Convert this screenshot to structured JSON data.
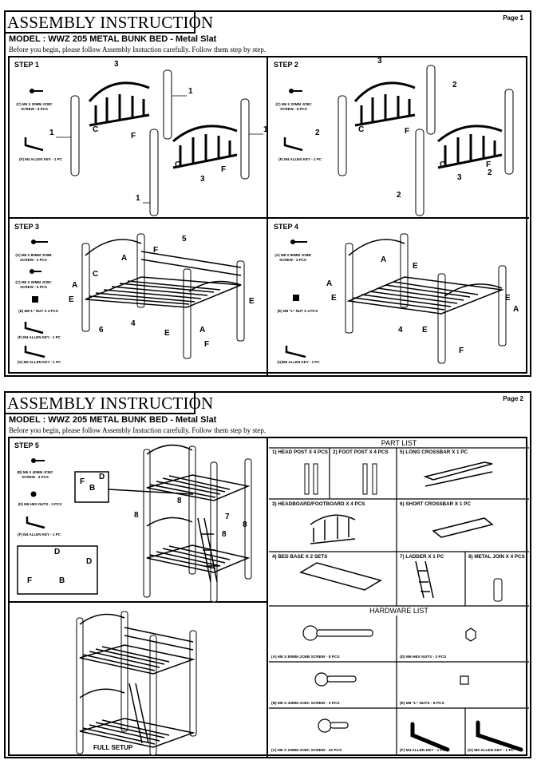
{
  "header": {
    "title": "ASSEMBLY INSTRUCTION",
    "model": "MODEL : WWZ 205 METAL BUNK BED - Metal Slat",
    "before": "Before you begin, please follow Assembly Instuction carefully. Follow them step by step."
  },
  "page1": {
    "page_no": "Page 1",
    "step1": {
      "label": "STEP 1",
      "hw": [
        "(C) M6 X 20MM JCBC SCREW - 8 PCS",
        "(F) M4 ALLEN KEY - 1 PC"
      ],
      "callouts": [
        "1",
        "1",
        "1",
        "1",
        "3",
        "3",
        "C",
        "C",
        "F",
        "F"
      ]
    },
    "step2": {
      "label": "STEP 2",
      "hw": [
        "(C) M6 X 20MM JCBC SCREW - 8 PCS",
        "(F) M4 ALLEN KEY - 1 PC"
      ],
      "callouts": [
        "2",
        "2",
        "2",
        "2",
        "3",
        "3",
        "C",
        "C",
        "F",
        "F"
      ]
    },
    "step3": {
      "label": "STEP 3",
      "hw": [
        "(A) M8 X 80MM JCBB SCREW - 4 PCS",
        "(C) M6 X 20MM JCBC SCREW - 6 PCS",
        "(E) M8\"L\" NUT X 4 PCS",
        "(F) M4 ALLEN KEY - 1 PC",
        "(G) M5 ALLEN KEY - 1 PC"
      ],
      "callouts": [
        "5",
        "6",
        "4",
        "A",
        "A",
        "A",
        "C",
        "E",
        "E",
        "E",
        "F",
        "F"
      ]
    },
    "step4": {
      "label": "STEP 4",
      "hw": [
        "(A) M8 X 80MM JCBB SCREW - 4 PCS",
        "(E) M8 \"L\" NUT X 4 PCS",
        "(G)M5 ALLEN KEY - 1 PC"
      ],
      "callouts": [
        "4",
        "A",
        "A",
        "A",
        "E",
        "E",
        "E",
        "E",
        "F"
      ]
    }
  },
  "page2": {
    "page_no": "Page 2",
    "step5": {
      "label": "STEP 5",
      "hw": [
        "(B) M6 X 40MM JCBC SCREW - 3 PCS",
        "(D) M6 HEX NUTS - 3 PCS",
        "(F) M4 ALLEN KEY - 1 PC"
      ],
      "callouts": [
        "8",
        "8",
        "8",
        "8",
        "7",
        "B",
        "B",
        "D",
        "D",
        "D",
        "F",
        "F"
      ]
    },
    "full_setup": "FULL SETUP",
    "part_list": {
      "heading": "PART LIST",
      "items": [
        "1) HEAD POST X 4 PCS",
        "2) FOOT POST X 4 PCS",
        "5) LONG CROSSBAR X 1 PC",
        "3) HEADBOARD/FOOTBOARD X 4 PCS",
        "6) SHORT CROSSBAR X 1 PC",
        "4) BED BASE X 2 SETS",
        "7) LADDER X 1 PC",
        "8) METAL JOIN X 4 PCS"
      ]
    },
    "hardware_list": {
      "heading": "HARDWARE LIST",
      "items": [
        "(A) M8 X 80MM JCBB SCREW - 8 PCS",
        "(D) M6 HEX NUTS - 3 PCS",
        "(B) M6 X 40MM JCBC SCREW - 3 PCS",
        "(E) M8 \"L\" NUTS - 8 PCS",
        "(C) M6 X 20MM JCBC SCREW - 22 PCS",
        "(F) M4 ALLEN KEY - 1 PC",
        "(G) M5 ALLEN KEY - 1 PC"
      ]
    }
  }
}
